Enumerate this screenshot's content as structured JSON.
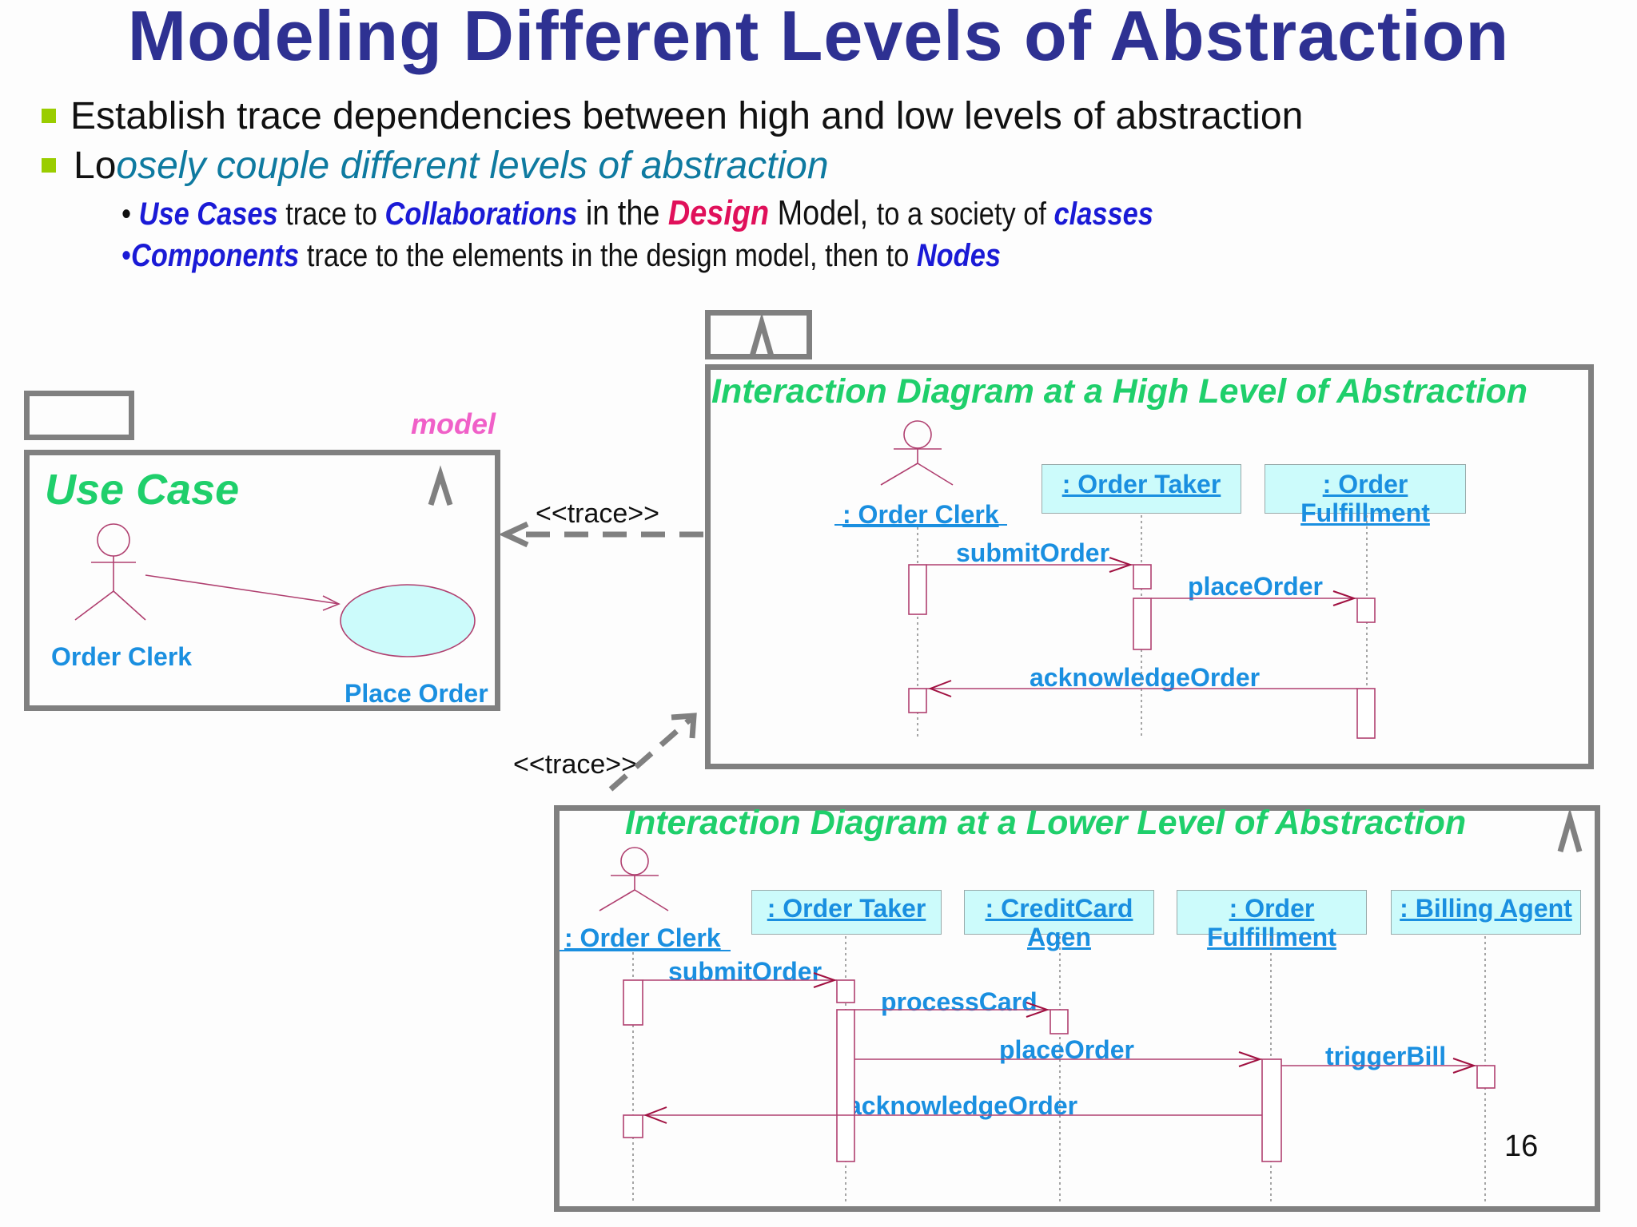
{
  "slide": {
    "title": "Modeling Different Levels of Abstraction",
    "page_number": "16"
  },
  "bullets": {
    "b1": "Establish trace dependencies between high and low levels of abstraction",
    "b2_prefix": "Lo",
    "b2_rest": "osely couple different levels of abstraction",
    "s1": {
      "bullet": "•",
      "use_cases": "Use Cases",
      "t1": " trace to ",
      "collaborations": "Collaborations",
      "t2": " in the ",
      "design": "Design",
      "t3": " Model, ",
      "t4": "to a society of ",
      "classes": "classes"
    },
    "s2": {
      "bullet": "•",
      "components": "Components",
      "t1": " trace to the elements in the design model, then to ",
      "nodes": "Nodes"
    }
  },
  "use_case_pkg": {
    "stereotype": "model",
    "title": "Use Case",
    "actor_label": "Order Clerk",
    "use_case_label": "Place Order"
  },
  "trace_labels": {
    "upper": "<<trace>>",
    "lower": "<<trace>>"
  },
  "high_level": {
    "title": "Interaction Diagram at a High Level of Abstraction",
    "actor": ": Order Clerk",
    "objects": [
      ": Order Taker",
      ": Order",
      "Fulfillment"
    ],
    "messages": [
      "submitOrder",
      "placeOrder",
      "acknowledgeOrder"
    ]
  },
  "low_level": {
    "title": "Interaction Diagram at a Lower Level of Abstraction",
    "actor": ": Order Clerk",
    "objects": {
      "taker": ": Order Taker",
      "credit1": ": CreditCard",
      "credit2": "Agen",
      "fulfill1": ": Order",
      "fulfill2": "Fulfillment",
      "billing": ": Billing Agent"
    },
    "messages": [
      "submitOrder",
      "processCard",
      "placeOrder",
      "triggerBill",
      "acknowledgeOrder"
    ]
  },
  "colors": {
    "title": "#2e3192",
    "bullet": "#9acd00",
    "keyword": "#1a1ad6",
    "design": "#e0105a",
    "frame": "#808080",
    "diagram_title": "#1fcf6b",
    "label": "#1a8fe0",
    "object_fill": "#ccfbfb",
    "line": "#b04070",
    "stereotype": "#f060c8"
  },
  "icons": [
    "package-icon",
    "actor-icon",
    "activation-bar",
    "message-arrow"
  ]
}
